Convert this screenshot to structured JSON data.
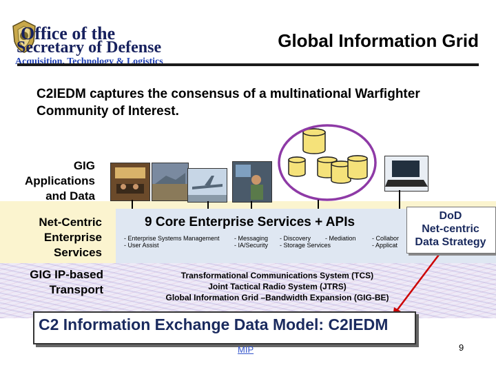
{
  "header": {
    "logo_line1": "Office of the",
    "logo_line2": "Secretary of Defense",
    "logo_line3": "Acquisition, Technology & Logistics",
    "title": "Global Information Grid"
  },
  "intro_text": "C2IEDM captures the consensus of a multinational Warfighter Community of Interest.",
  "layers": {
    "applications": "GIG Applications and Data",
    "services": "Net-Centric Enterprise Services",
    "transport": "GIG IP-based Transport"
  },
  "services": {
    "title": "9 Core Enterprise Services + APIs",
    "items": [
      "- Enterprise Systems Management",
      "- User Assist",
      "- Messaging",
      "- IA/Security",
      "- Discovery",
      "- Mediation",
      "- Storage Services",
      "- Collabor",
      "- Applicat"
    ]
  },
  "transport_lines": [
    "Transformational Communications System (TCS)",
    "Joint Tactical Radio System (JTRS)",
    "Global Information Grid –Bandwidth Expansion (GIG-BE)"
  ],
  "c2_label": "C2 Information Exchange Data Model: C2IEDM",
  "dod_label": {
    "line1": "DoD",
    "line2": "Net-centric",
    "line3": "Data Strategy"
  },
  "footer": {
    "link": "MIP",
    "page_number": "9"
  },
  "colors": {
    "title": "#000000",
    "c2_text": "#1a2a5e",
    "services_band": "#fbf4cf",
    "services_inner": "#dfe7f2",
    "highlight_circle": "#8e3aa6",
    "database": "#f5e27a",
    "link": "#3355cc"
  }
}
